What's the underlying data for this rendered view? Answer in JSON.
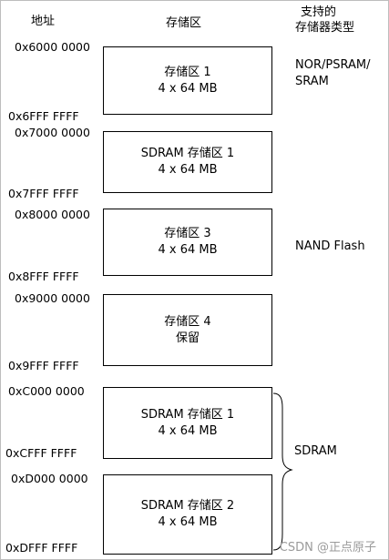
{
  "headers": {
    "address": "地址",
    "bank": "存储区",
    "supported_line1": "支持的",
    "supported_line2": "存储器类型"
  },
  "addresses": [
    "0x6000 0000",
    "0x6FFF FFFF",
    "0x7000 0000",
    "0x7FFF FFFF",
    "0x8000 0000",
    "0x8FFF FFFF",
    "0x9000 0000",
    "0x9FFF FFFF",
    "0xC000 0000",
    "0xCFFF FFFF",
    "0xD000 0000",
    "0xDFFF FFFF"
  ],
  "banks": [
    {
      "line1": "存储区 1",
      "line2": "4 x 64 MB"
    },
    {
      "line1": "SDRAM 存储区 1",
      "line2": "4 x 64 MB"
    },
    {
      "line1": "存储区 3",
      "line2": "4 x 64 MB"
    },
    {
      "line1": "存储区 4",
      "line2": "保留"
    },
    {
      "line1": "SDRAM 存储区 1",
      "line2": "4 x 64 MB"
    },
    {
      "line1": "SDRAM 存储区 2",
      "line2": "4 x 64 MB"
    }
  ],
  "memory_types": {
    "nor_line1": "NOR/PSRAM/",
    "nor_line2": "SRAM",
    "nand": "NAND Flash",
    "sdram": "SDRAM"
  },
  "watermark": "CSDN @正点原子"
}
